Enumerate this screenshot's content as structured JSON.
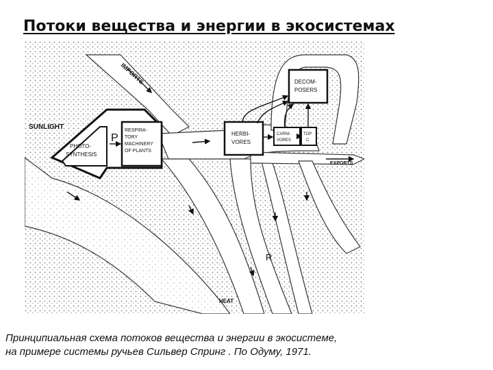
{
  "slide": {
    "title": "Потоки вещества и энергии в экосистемах"
  },
  "diagram": {
    "labels": {
      "imports": "IMPORTS",
      "sunlight": "SUNLIGHT",
      "p": "P",
      "photosynthesis_1": "PHOTO-",
      "photosynthesis_2": "SYNTHESIS",
      "resp_1": "RESPIRA-",
      "resp_2": "TORY",
      "resp_3": "MACHINERY",
      "resp_4": "OF PLANTS",
      "herbivores_1": "HERBI-",
      "herbivores_2": "VORES",
      "carnivores_1": "CARNI-",
      "carnivores_2": "VORES",
      "top_c_1": "TOP",
      "top_c_2": "C",
      "decomposers_1": "DECOM-",
      "decomposers_2": "POSERS",
      "exports": "EXPORTS",
      "r": "R",
      "heat": "HEAT"
    }
  },
  "caption": {
    "line1": "Принципиальная схема потоков вещества и энергии в экосистеме,",
    "line2": "на примере системы ручьев Сильвер Спринг . По Одуму, 1971."
  }
}
